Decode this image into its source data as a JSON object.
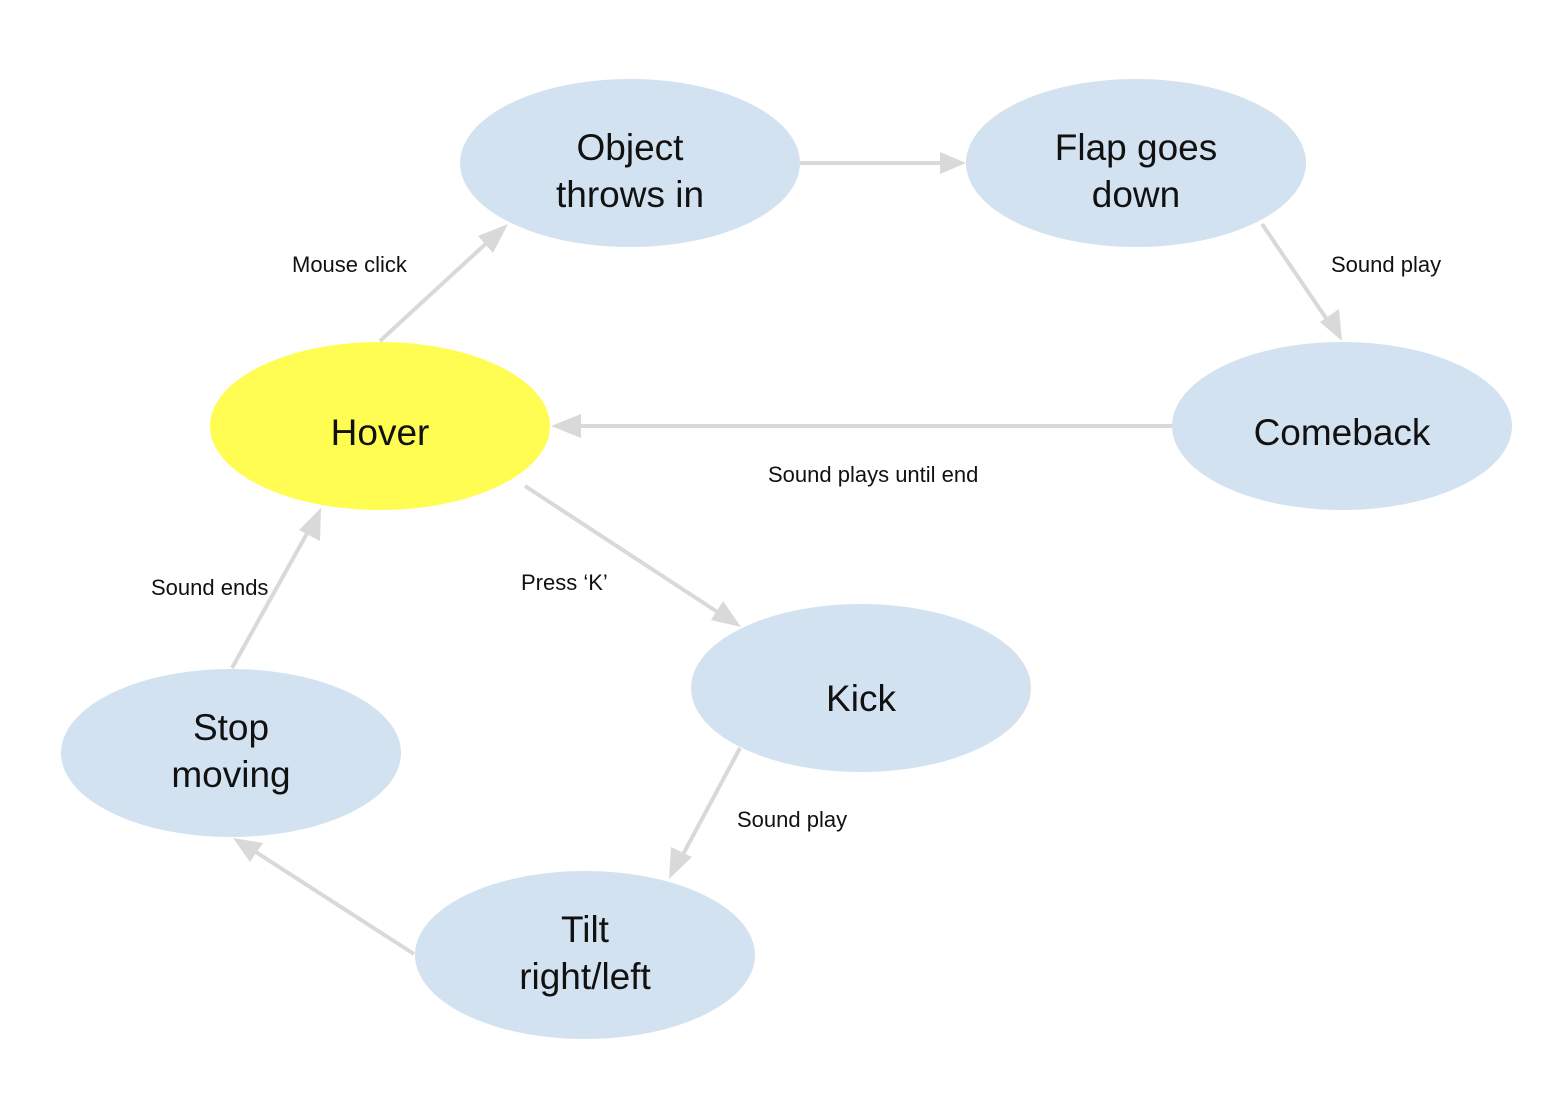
{
  "colors": {
    "node_fill": "#d3e2f0",
    "active_node_fill": "#fffc52",
    "edge_color": "#d9d9d9",
    "text_color": "#111111"
  },
  "nodes": {
    "object_throws_in": {
      "lines": [
        "Object",
        "throws in"
      ]
    },
    "flap_goes_down": {
      "lines": [
        "Flap goes",
        "down"
      ]
    },
    "comeback": {
      "lines": [
        "Comeback"
      ]
    },
    "hover": {
      "lines": [
        "Hover"
      ],
      "active": true
    },
    "kick": {
      "lines": [
        "Kick"
      ]
    },
    "tilt_right_left": {
      "lines": [
        "Tilt",
        "right/left"
      ]
    },
    "stop_moving": {
      "lines": [
        "Stop",
        "moving"
      ]
    }
  },
  "edges": [
    {
      "from": "hover",
      "to": "object_throws_in",
      "label": "Mouse click"
    },
    {
      "from": "object_throws_in",
      "to": "flap_goes_down",
      "label": ""
    },
    {
      "from": "flap_goes_down",
      "to": "comeback",
      "label": "Sound play"
    },
    {
      "from": "comeback",
      "to": "hover",
      "label": "Sound plays until end"
    },
    {
      "from": "hover",
      "to": "kick",
      "label": "Press ‘K’"
    },
    {
      "from": "kick",
      "to": "tilt_right_left",
      "label": "Sound play"
    },
    {
      "from": "tilt_right_left",
      "to": "stop_moving",
      "label": ""
    },
    {
      "from": "stop_moving",
      "to": "hover",
      "label": "Sound ends"
    }
  ]
}
